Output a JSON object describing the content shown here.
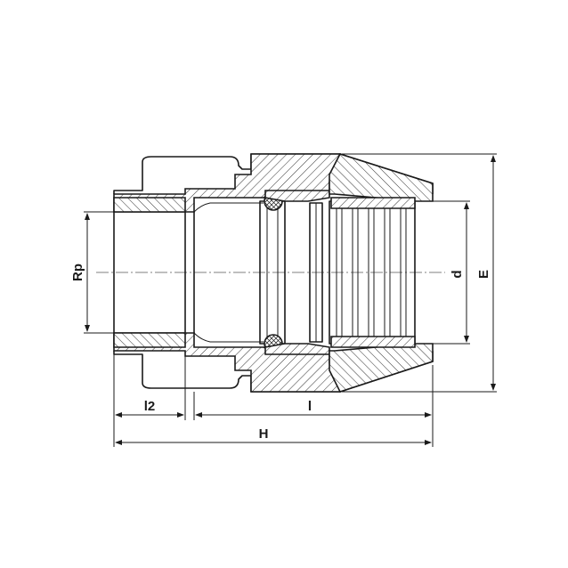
{
  "labels": {
    "rp": "Rp",
    "d": "d",
    "e": "E",
    "l2": "l2",
    "l": "l",
    "h": "H"
  }
}
